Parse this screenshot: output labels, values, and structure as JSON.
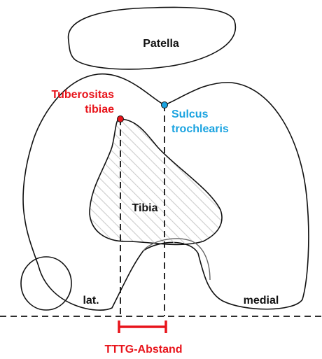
{
  "labels": {
    "patella": "Patella",
    "tuberositas_line1": "Tuberositas",
    "tuberositas_line2": "tibiae",
    "sulcus_line1": "Sulcus",
    "sulcus_line2": "trochlearis",
    "tibia": "Tibia",
    "lateral": "lat.",
    "medial": "medial",
    "measurement": "TTTG-Abstand"
  },
  "colors": {
    "tuberositas": "#e8141b",
    "sulcus": "#1aa3e0",
    "measurement": "#e8141b",
    "outline": "#111111",
    "hatch": "#cccccc"
  }
}
